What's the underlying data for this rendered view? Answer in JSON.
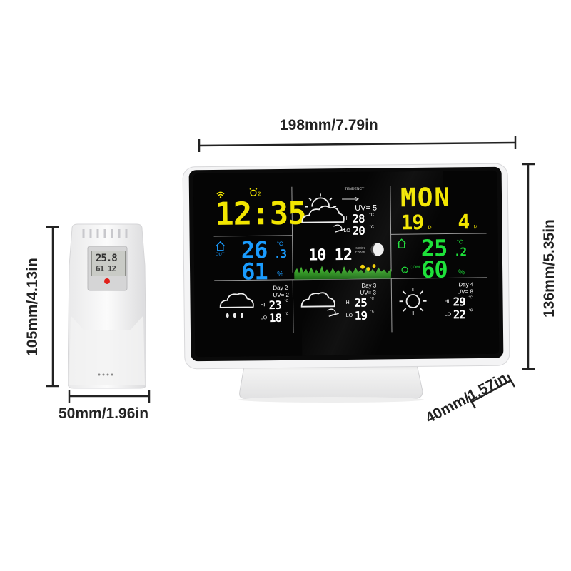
{
  "dimensions": {
    "width": "198mm/7.79in",
    "height": "136mm/5.35in",
    "depth": "40mm/1.57in",
    "sensor_height": "105mm/4.13in",
    "sensor_width": "50mm/1.96in"
  },
  "sensor": {
    "lcd_top": "25.8",
    "lcd_bottom": "61  12"
  },
  "station": {
    "clock": {
      "time": "12:35",
      "alarm": "2"
    },
    "forecast": {
      "tendency": "TENDENCY",
      "uv": "UV= 5",
      "hi_label": "HI",
      "lo_label": "LO",
      "hi": "28",
      "lo": "20",
      "unit": "°C"
    },
    "date": {
      "day": "MON",
      "date": "19",
      "d_label": "D",
      "month": "4",
      "m_label": "M"
    },
    "outdoor": {
      "out_label": "OUT",
      "temp": "26",
      "temp_dec": ".3",
      "unit": "°C",
      "humidity": "61",
      "hum_unit": "%"
    },
    "center": {
      "seconds": "10 12",
      "moon_label": "MOON PHASE"
    },
    "indoor": {
      "temp": "25",
      "temp_dec": ".2",
      "unit": "°C",
      "humidity": "60",
      "hum_unit": "%",
      "com_label": "COM"
    },
    "days": [
      {
        "day": "Day 2",
        "uv": "UV= 2",
        "hi_label": "HI",
        "lo_label": "LO",
        "hi": "23",
        "lo": "18",
        "unit": "°C"
      },
      {
        "day": "Day 3",
        "uv": "UV= 3",
        "hi_label": "HI",
        "lo_label": "LO",
        "hi": "25",
        "lo": "19",
        "unit": "°C"
      },
      {
        "day": "Day 4",
        "uv": "UV= 8",
        "hi_label": "HI",
        "lo_label": "LO",
        "hi": "29",
        "lo": "22",
        "unit": "°C"
      }
    ],
    "colors": {
      "yellow": "#f2e600",
      "blue": "#1a9cff",
      "green": "#1ee23a",
      "screen": "#050505"
    }
  }
}
